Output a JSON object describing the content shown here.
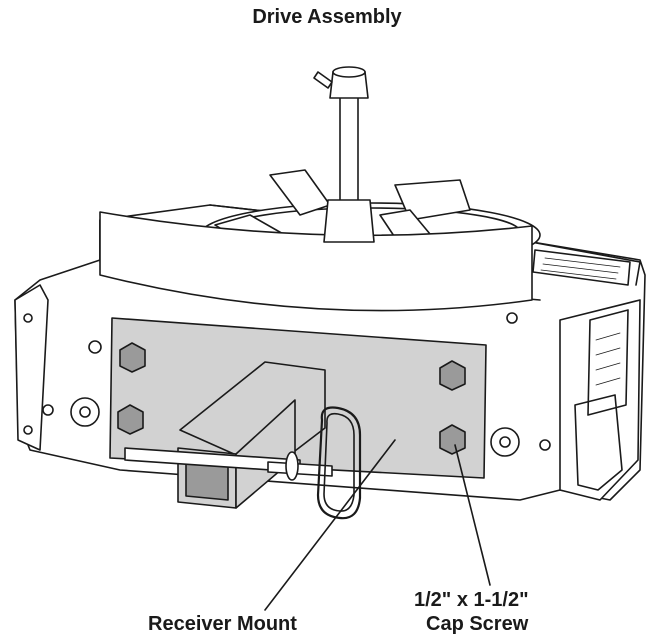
{
  "title": "Drive Assembly",
  "callouts": {
    "receiver_mount": "Receiver Mount",
    "cap_screw_line1": "1/2\" x 1-1/2\"",
    "cap_screw_line2": "Cap Screw"
  },
  "colors": {
    "line": "#1a1a1a",
    "plate_fill": "#d2d2d2",
    "shadow_fill": "#9a9a9a",
    "body_fill": "#ffffff"
  }
}
